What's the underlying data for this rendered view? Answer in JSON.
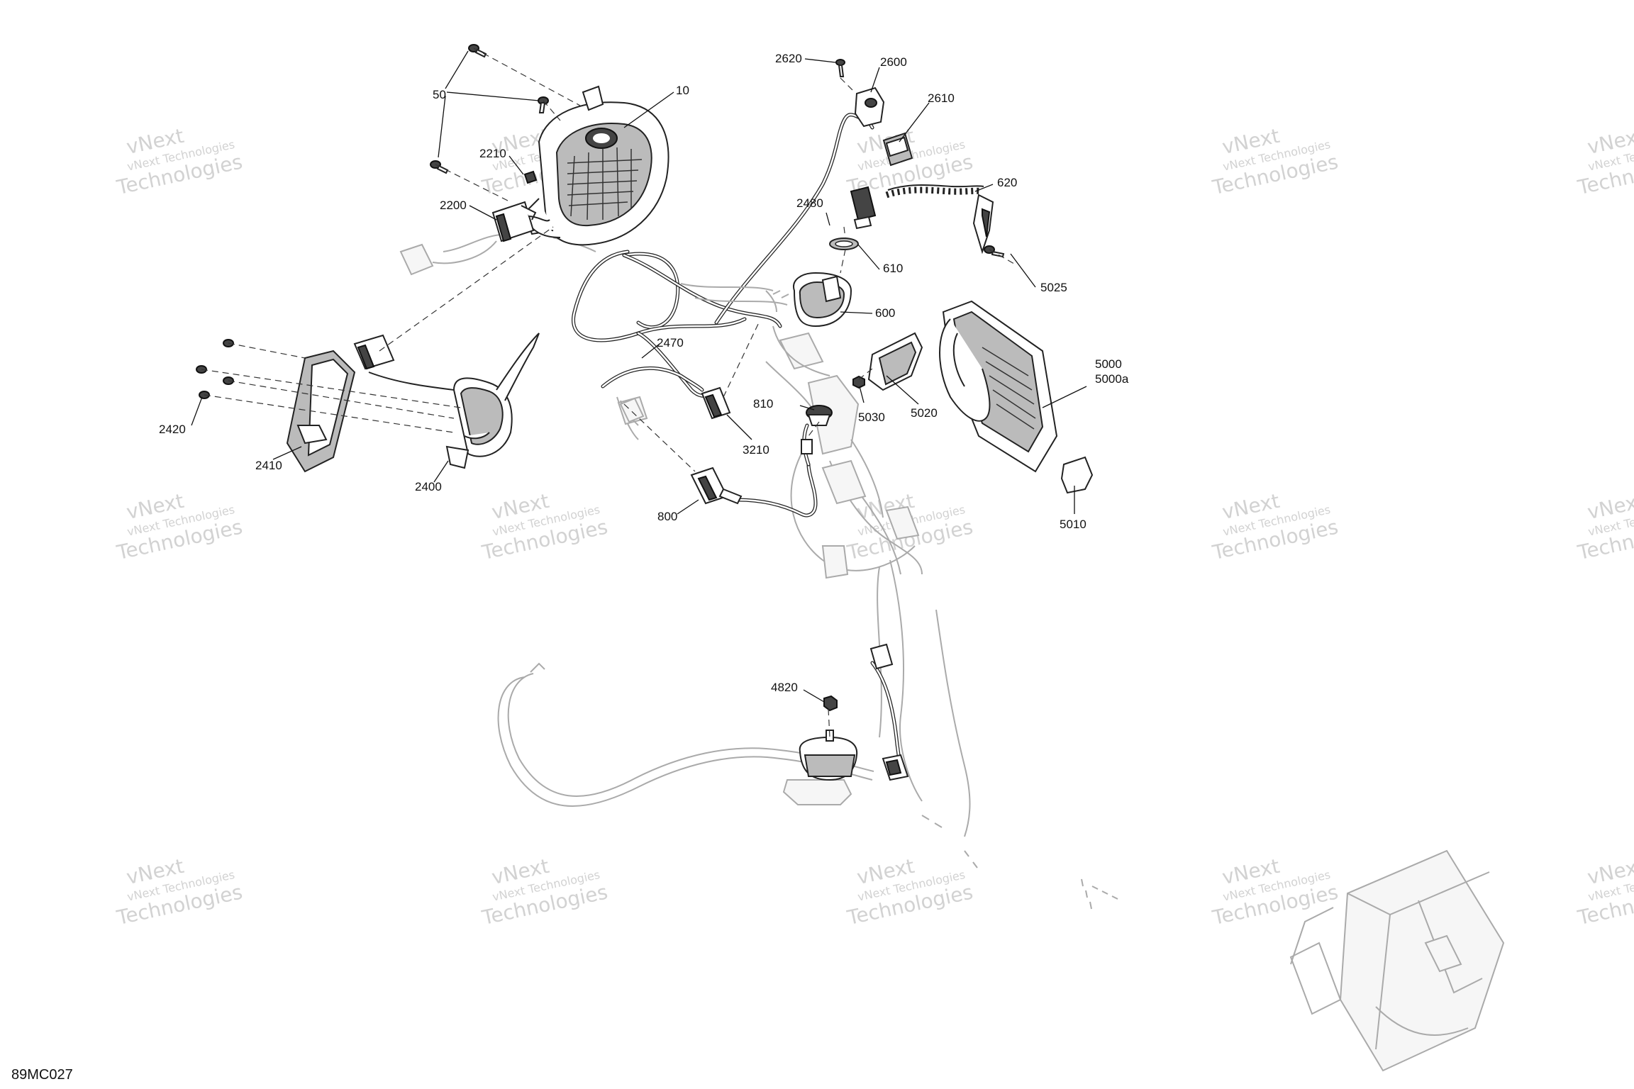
{
  "diagram": {
    "code": "89MC027",
    "callouts": [
      {
        "id": "c50",
        "label": "50"
      },
      {
        "id": "c10",
        "label": "10"
      },
      {
        "id": "c2210",
        "label": "2210"
      },
      {
        "id": "c2200",
        "label": "2200"
      },
      {
        "id": "c2620",
        "label": "2620"
      },
      {
        "id": "c2600",
        "label": "2600"
      },
      {
        "id": "c2610",
        "label": "2610"
      },
      {
        "id": "c620",
        "label": "620"
      },
      {
        "id": "c2480",
        "label": "2480"
      },
      {
        "id": "c610",
        "label": "610"
      },
      {
        "id": "c600",
        "label": "600"
      },
      {
        "id": "c5025",
        "label": "5025"
      },
      {
        "id": "c5000",
        "label": "5000"
      },
      {
        "id": "c5000a",
        "label": "5000a"
      },
      {
        "id": "c2470",
        "label": "2470"
      },
      {
        "id": "c810",
        "label": "810"
      },
      {
        "id": "c3210",
        "label": "3210"
      },
      {
        "id": "c5030",
        "label": "5030"
      },
      {
        "id": "c5020",
        "label": "5020"
      },
      {
        "id": "c2420",
        "label": "2420"
      },
      {
        "id": "c2410",
        "label": "2410"
      },
      {
        "id": "c2400",
        "label": "2400"
      },
      {
        "id": "c800",
        "label": "800"
      },
      {
        "id": "c5010",
        "label": "5010"
      },
      {
        "id": "c4820",
        "label": "4820"
      }
    ]
  },
  "watermark": {
    "line_small": "vNext Technologies",
    "line_big": "Technologies",
    "prefix": "vNext"
  }
}
